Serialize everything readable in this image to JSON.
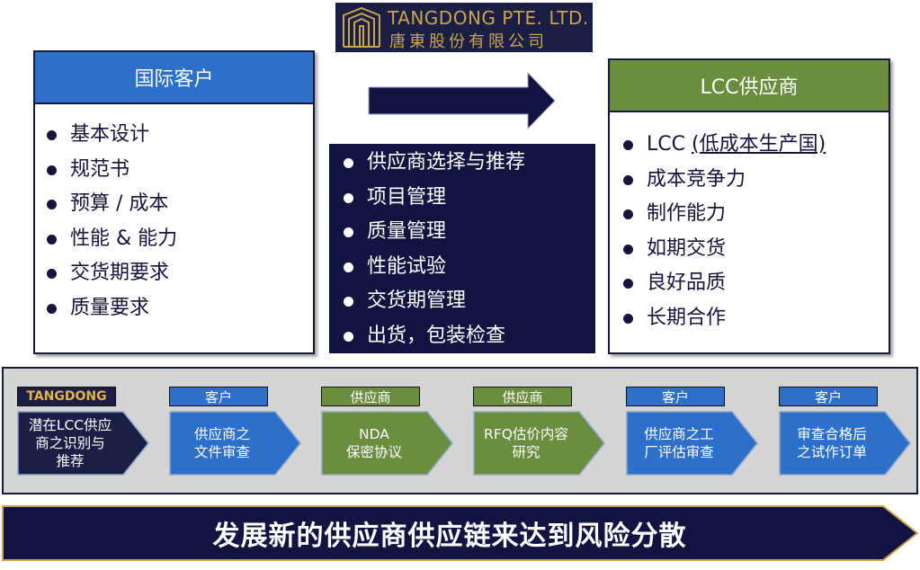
{
  "logo": {
    "name_en": "TANGDONG PTE. LTD.",
    "name_cn": "唐東股份有限公司",
    "colors": {
      "background": "#1b1f45",
      "text": "#c9a44c"
    }
  },
  "left_panel": {
    "title": "国际客户",
    "items": [
      "基本设计",
      "规范书",
      "预算 / 成本",
      "性能 & 能力",
      "交货期要求",
      "质量要求"
    ],
    "header_color": "#2c70c9"
  },
  "center_panel": {
    "items": [
      "供应商选择与推荐",
      "项目管理",
      "质量管理",
      "性能试验",
      "交货期管理",
      "出货，包装检查"
    ],
    "background_color": "#111440"
  },
  "right_panel": {
    "title": "LCC供应商",
    "items": [
      {
        "text": "LCC ",
        "underlined": "(低成本生产国)"
      },
      "成本竞争力",
      "制作能力",
      "如期交货",
      "良好品质",
      "长期合作"
    ],
    "header_color": "#6b8e3e"
  },
  "process": {
    "steps": [
      {
        "tag": "TANGDONG",
        "label_lines": [
          "潜在LCC供应",
          "商之识别与",
          "推荐"
        ],
        "color": "#1b1f45",
        "tag_style": "navy"
      },
      {
        "tag": "客户",
        "label_lines": [
          "供应商之",
          "文件审查"
        ],
        "color": "#2c70c9",
        "tag_style": "blue"
      },
      {
        "tag": "供应商",
        "label_lines": [
          "NDA",
          "保密协议"
        ],
        "color": "#6b8e3e",
        "tag_style": "green"
      },
      {
        "tag": "供应商",
        "label_lines": [
          "RFQ估价内容",
          "研究"
        ],
        "color": "#6b8e3e",
        "tag_style": "green"
      },
      {
        "tag": "客户",
        "label_lines": [
          "供应商之工",
          "厂评估审查"
        ],
        "color": "#2c70c9",
        "tag_style": "blue"
      },
      {
        "tag": "客户",
        "label_lines": [
          "审查合格后",
          "之试作订单"
        ],
        "color": "#2c70c9",
        "tag_style": "blue"
      }
    ]
  },
  "banner": {
    "text": "发展新的供应商供应链来达到风险分散",
    "colors": {
      "fill": "#111440",
      "border": "#c9a44c"
    }
  }
}
